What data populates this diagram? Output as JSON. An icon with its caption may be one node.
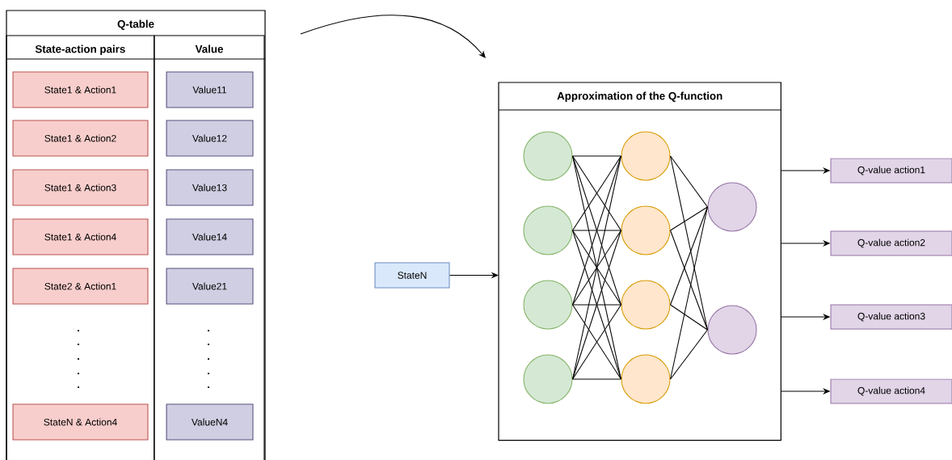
{
  "diagram": {
    "nodes": [
      {
        "text": [
          "Q-table"
        ]
      },
      {
        "text": [
          "State-action pairs"
        ],
        "in": 0
      },
      {
        "text": [
          "Value"
        ],
        "in": 0
      },
      {
        "text": [
          "State1 & Action1"
        ],
        "in": 1
      },
      {
        "text": [
          "State1 & Action2"
        ],
        "in": 1
      },
      {
        "text": [
          "State1 & Action3"
        ],
        "in": 1
      },
      {
        "text": [
          "State1 & Action4"
        ],
        "in": 1
      },
      {
        "text": [
          "State2 & Action1"
        ],
        "in": 1
      },
      {
        "text": [
          "StateN & Action4"
        ],
        "in": 1
      },
      {
        "text": [
          "Value11"
        ],
        "in": 2
      },
      {
        "text": [
          "Value12"
        ],
        "in": 2
      },
      {
        "text": [
          "Value13"
        ],
        "in": 2
      },
      {
        "text": [
          "Value14"
        ],
        "in": 2
      },
      {
        "text": [
          "Value21"
        ],
        "in": 2
      },
      {
        "text": [
          "ValueN4"
        ],
        "in": 2
      },
      {
        "text": [
          "Approximation of the Q-function"
        ]
      },
      {
        "text": [],
        "shape": "circle",
        "in": 15
      },
      {
        "text": [],
        "shape": "circle",
        "in": 15
      },
      {
        "text": [],
        "shape": "circle",
        "in": 15
      },
      {
        "text": [],
        "shape": "circle",
        "in": 15
      },
      {
        "text": [],
        "shape": "circle",
        "in": 15
      },
      {
        "text": [],
        "shape": "circle",
        "in": 15
      },
      {
        "text": [],
        "shape": "circle",
        "in": 15
      },
      {
        "text": [],
        "shape": "circle",
        "in": 15
      },
      {
        "text": [],
        "shape": "circle",
        "in": 15
      },
      {
        "text": [],
        "shape": "circle",
        "in": 15
      },
      {
        "text": [
          "StateN"
        ]
      },
      {
        "text": [
          "Q-value action1"
        ]
      },
      {
        "text": [
          "Q-value action2"
        ]
      },
      {
        "text": [
          "Q-value action3"
        ]
      },
      {
        "text": [
          "Q-value action4"
        ]
      }
    ],
    "edges": [
      {
        "from": 0,
        "to": 15,
        "arrow": "to"
      },
      {
        "from": 16,
        "to": 20,
        "arrow": "none"
      },
      {
        "from": 16,
        "to": 21,
        "arrow": "none"
      },
      {
        "from": 16,
        "to": 22,
        "arrow": "none"
      },
      {
        "from": 16,
        "to": 23,
        "arrow": "none"
      },
      {
        "from": 17,
        "to": 20,
        "arrow": "none"
      },
      {
        "from": 17,
        "to": 21,
        "arrow": "none"
      },
      {
        "from": 17,
        "to": 22,
        "arrow": "none"
      },
      {
        "from": 17,
        "to": 23,
        "arrow": "none"
      },
      {
        "from": 18,
        "to": 20,
        "arrow": "none"
      },
      {
        "from": 18,
        "to": 21,
        "arrow": "none"
      },
      {
        "from": 18,
        "to": 22,
        "arrow": "none"
      },
      {
        "from": 18,
        "to": 23,
        "arrow": "none"
      },
      {
        "from": 19,
        "to": 20,
        "arrow": "none"
      },
      {
        "from": 19,
        "to": 21,
        "arrow": "none"
      },
      {
        "from": 19,
        "to": 22,
        "arrow": "none"
      },
      {
        "from": 19,
        "to": 23,
        "arrow": "none"
      },
      {
        "from": 20,
        "to": 24,
        "arrow": "none"
      },
      {
        "from": 20,
        "to": 25,
        "arrow": "none"
      },
      {
        "from": 21,
        "to": 24,
        "arrow": "none"
      },
      {
        "from": 21,
        "to": 25,
        "arrow": "none"
      },
      {
        "from": 22,
        "to": 24,
        "arrow": "none"
      },
      {
        "from": 22,
        "to": 25,
        "arrow": "none"
      },
      {
        "from": 23,
        "to": 24,
        "arrow": "none"
      },
      {
        "from": 23,
        "to": 25,
        "arrow": "none"
      },
      {
        "from": 26,
        "to": 15,
        "arrow": "to"
      },
      {
        "from": 15,
        "to": 27,
        "arrow": "to"
      },
      {
        "from": 15,
        "to": 28,
        "arrow": "to"
      },
      {
        "from": 15,
        "to": 29,
        "arrow": "to"
      },
      {
        "from": 15,
        "to": 30,
        "arrow": "to"
      }
    ]
  }
}
